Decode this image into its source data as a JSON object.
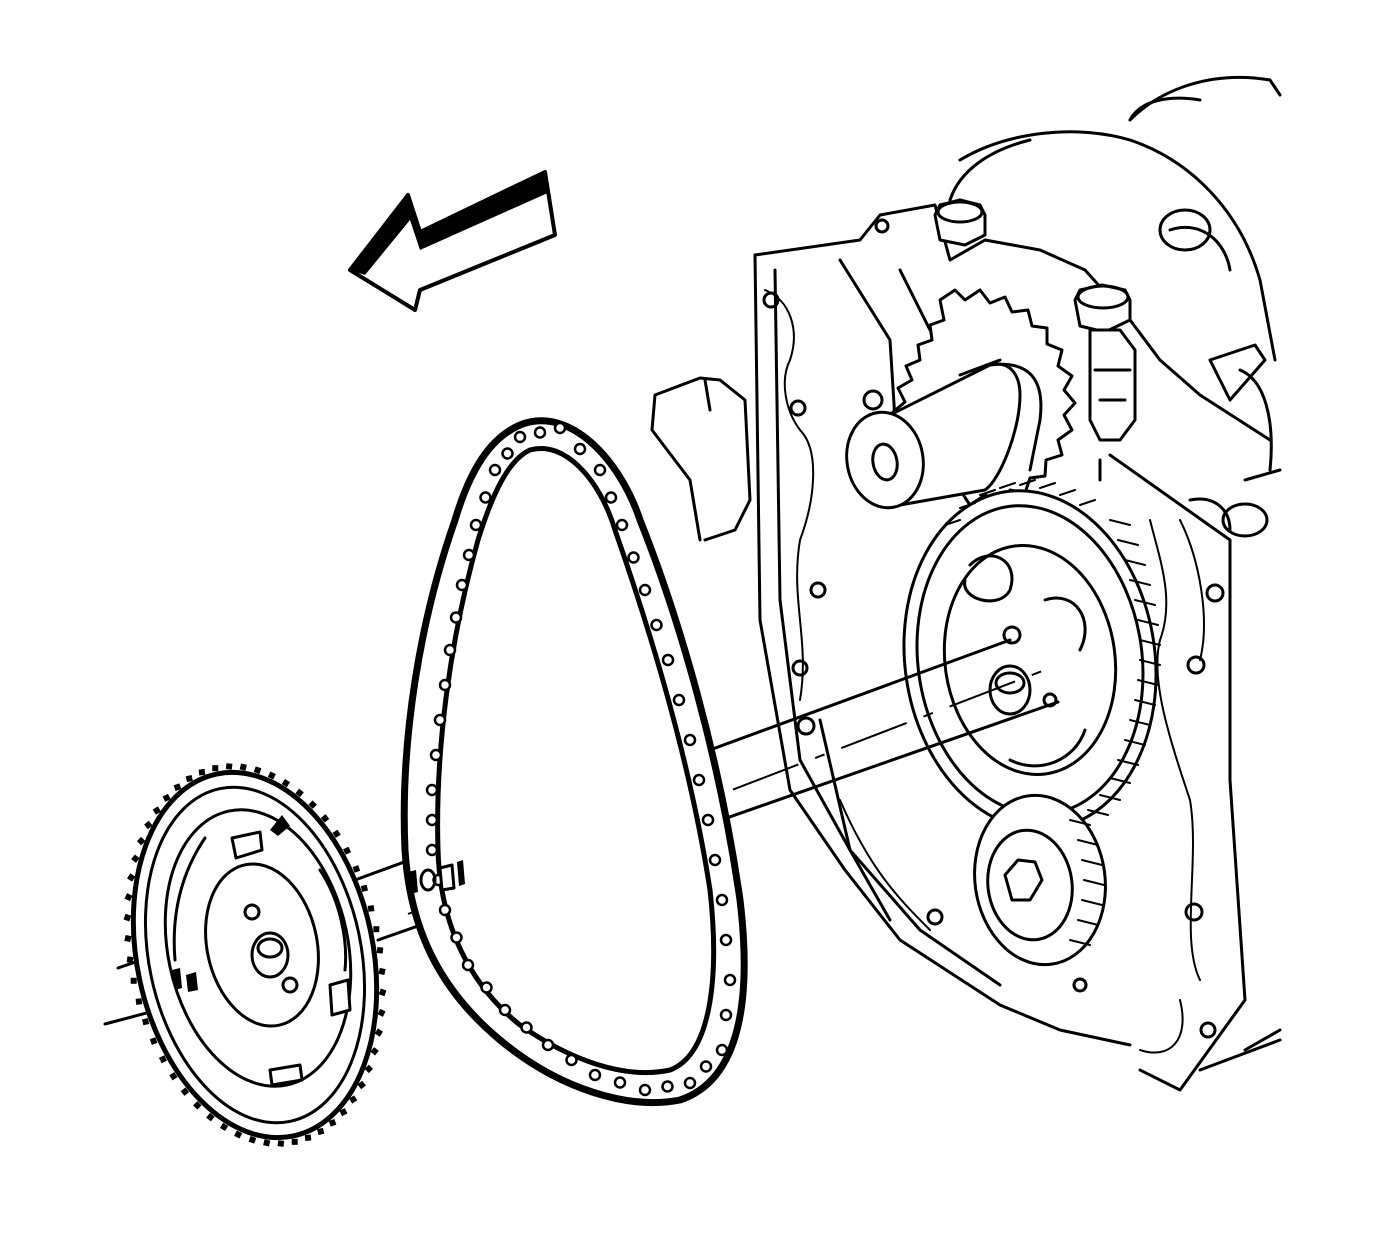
{
  "diagram": {
    "colors": {
      "line": "#000000",
      "background": "#ffffff"
    },
    "parts": [
      {
        "name": "removal-direction-arrow"
      },
      {
        "name": "engine-block"
      },
      {
        "name": "crankshaft-sprocket"
      },
      {
        "name": "timing-chain"
      },
      {
        "name": "camshaft-sprocket"
      },
      {
        "name": "alignment-guide-lines"
      }
    ]
  }
}
